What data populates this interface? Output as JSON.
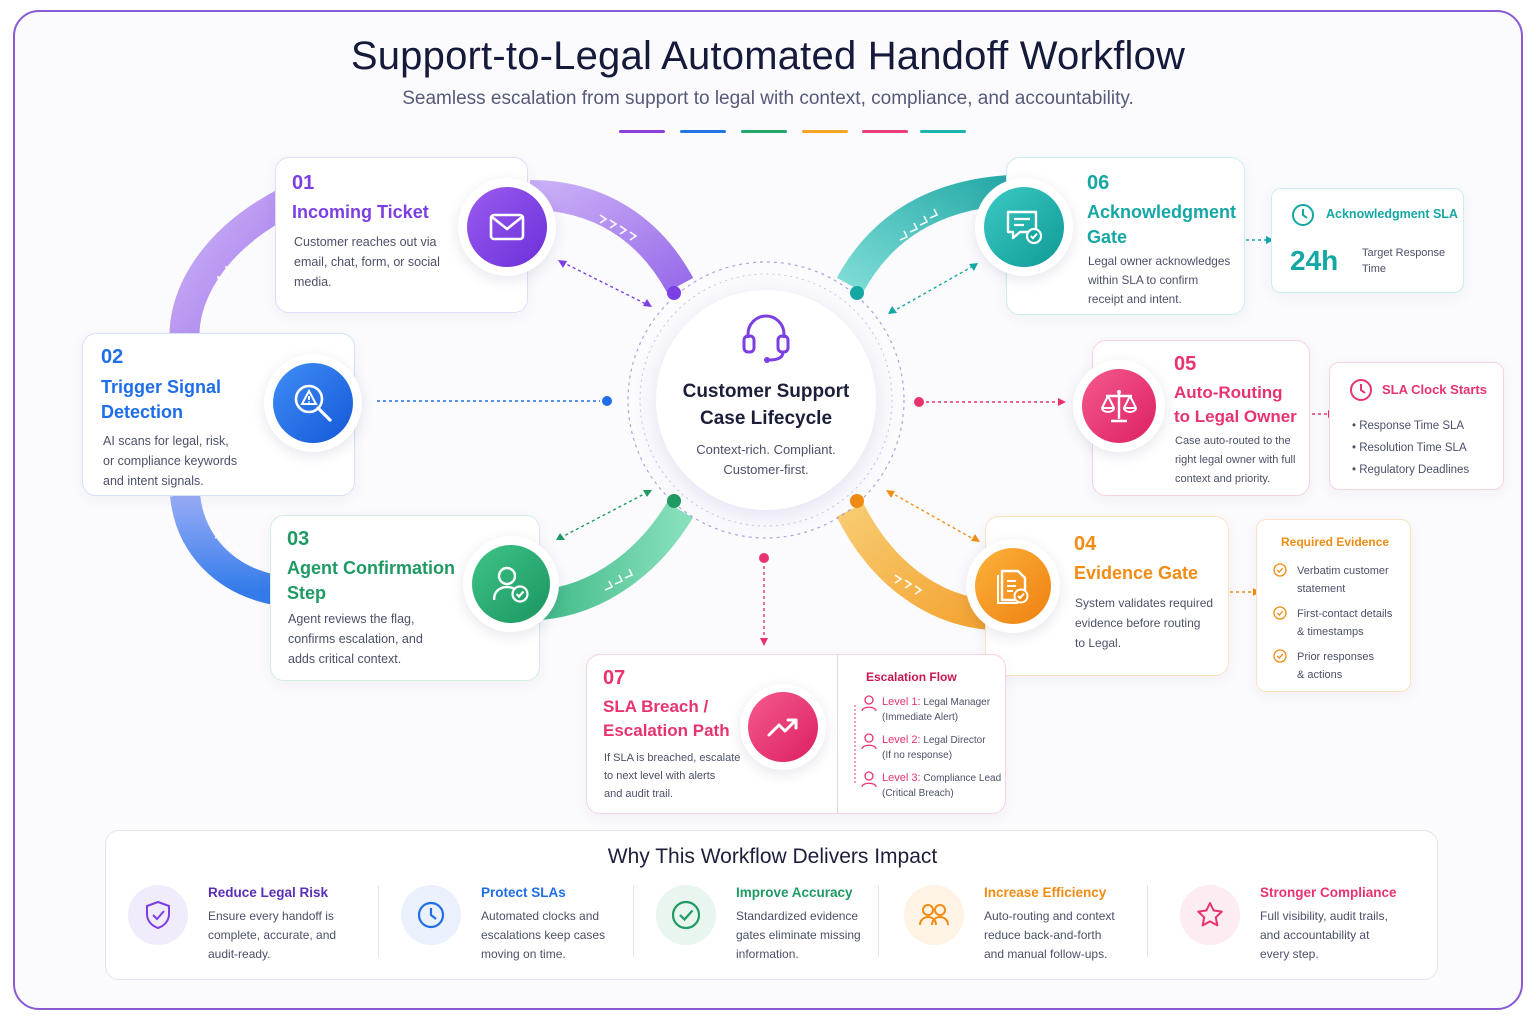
{
  "title": "Support-to-Legal Automated Handoff Workflow",
  "subtitle": "Seamless escalation from support to legal with context, compliance, and accountability.",
  "accent_colors": [
    "#8a3fd8",
    "#2577e6",
    "#23a86b",
    "#f5a524",
    "#ec3f7a",
    "#1bb5b0"
  ],
  "hub": {
    "icon": "headset-icon",
    "title_line1": "Customer Support",
    "title_line2": "Case Lifecycle",
    "sub_line1": "Context-rich. Compliant.",
    "sub_line2": "Customer-first."
  },
  "steps": {
    "s01": {
      "num": "01",
      "title": "Incoming Ticket",
      "desc1": "Customer reaches out via",
      "desc2": "email, chat, form, or social",
      "desc3": "media.",
      "icon": "mail-icon",
      "color": "#7b3fe4"
    },
    "s02": {
      "num": "02",
      "title1": "Trigger Signal",
      "title2": "Detection",
      "desc1": "AI scans for legal, risk,",
      "desc2": "or compliance keywords",
      "desc3": "and intent signals.",
      "icon": "search-alert-icon",
      "color": "#1f6ee8"
    },
    "s03": {
      "num": "03",
      "title1": "Agent Confirmation",
      "title2": "Step",
      "desc1": "Agent reviews the flag,",
      "desc2": "confirms escalation, and",
      "desc3": "adds critical context.",
      "icon": "user-check-icon",
      "color": "#1f9a63"
    },
    "s04": {
      "num": "04",
      "title": "Evidence Gate",
      "desc1": "System validates required",
      "desc2": "evidence before routing",
      "desc3": "to Legal.",
      "icon": "document-check-icon",
      "color": "#f08c14"
    },
    "s05": {
      "num": "05",
      "title1": "Auto-Routing",
      "title2": "to Legal Owner",
      "desc1": "Case auto-routed to the",
      "desc2": "right legal owner with full",
      "desc3": "context and priority.",
      "icon": "scales-icon",
      "color": "#e8336f"
    },
    "s06": {
      "num": "06",
      "title1": "Acknowledgment",
      "title2": "Gate",
      "desc1": "Legal owner acknowledges",
      "desc2": "within SLA to confirm",
      "desc3": "receipt and intent.",
      "icon": "chat-check-icon",
      "color": "#14a7a4"
    },
    "s07": {
      "num": "07",
      "title1": "SLA Breach /",
      "title2": "Escalation Path",
      "desc1": "If SLA is breached, escalate",
      "desc2": "to next level with alerts",
      "desc3": "and audit trail.",
      "icon": "trend-up-icon",
      "color": "#e8336f"
    }
  },
  "ack_sla": {
    "title": "Acknowledgment SLA",
    "value": "24h",
    "label1": "Target Response",
    "label2": "Time",
    "icon": "clock-icon"
  },
  "sla_clock": {
    "title": "SLA Clock Starts",
    "items": [
      "Response Time SLA",
      "Resolution Time SLA",
      "Regulatory Deadlines"
    ],
    "icon": "clock-icon"
  },
  "evidence": {
    "title": "Required Evidence",
    "items": [
      {
        "l1": "Verbatim customer",
        "l2": "statement"
      },
      {
        "l1": "First-contact details",
        "l2": "& timestamps"
      },
      {
        "l1": "Prior responses",
        "l2": "& actions"
      }
    ]
  },
  "escalation": {
    "title": "Escalation Flow",
    "levels": [
      {
        "level": "Level 1:",
        "role": "Legal Manager",
        "note": "(Immediate Alert)"
      },
      {
        "level": "Level 2:",
        "role": "Legal Director",
        "note": "(If no response)"
      },
      {
        "level": "Level 3:",
        "role": "Compliance Lead",
        "note": "(Critical Breach)"
      }
    ]
  },
  "impact": {
    "title": "Why This Workflow Delivers Impact",
    "items": [
      {
        "title": "Reduce Legal Risk",
        "d1": "Ensure every handoff is",
        "d2": "complete, accurate, and",
        "d3": "audit-ready.",
        "icon": "shield-check-icon",
        "color": "#7b3fe4"
      },
      {
        "title": "Protect SLAs",
        "d1": "Automated clocks and",
        "d2": "escalations keep cases",
        "d3": "moving on time.",
        "icon": "clock-icon",
        "color": "#1f6ee8"
      },
      {
        "title": "Improve Accuracy",
        "d1": "Standardized evidence",
        "d2": "gates eliminate missing",
        "d3": "information.",
        "icon": "check-circle-icon",
        "color": "#1f9a63"
      },
      {
        "title": "Increase Efficiency",
        "d1": "Auto-routing and context",
        "d2": "reduce back-and-forth",
        "d3": "and manual follow-ups.",
        "icon": "users-icon",
        "color": "#f08c14"
      },
      {
        "title": "Stronger Compliance",
        "d1": "Full visibility, audit trails,",
        "d2": "and accountability at",
        "d3": "every step.",
        "icon": "star-icon",
        "color": "#e8336f"
      }
    ]
  }
}
